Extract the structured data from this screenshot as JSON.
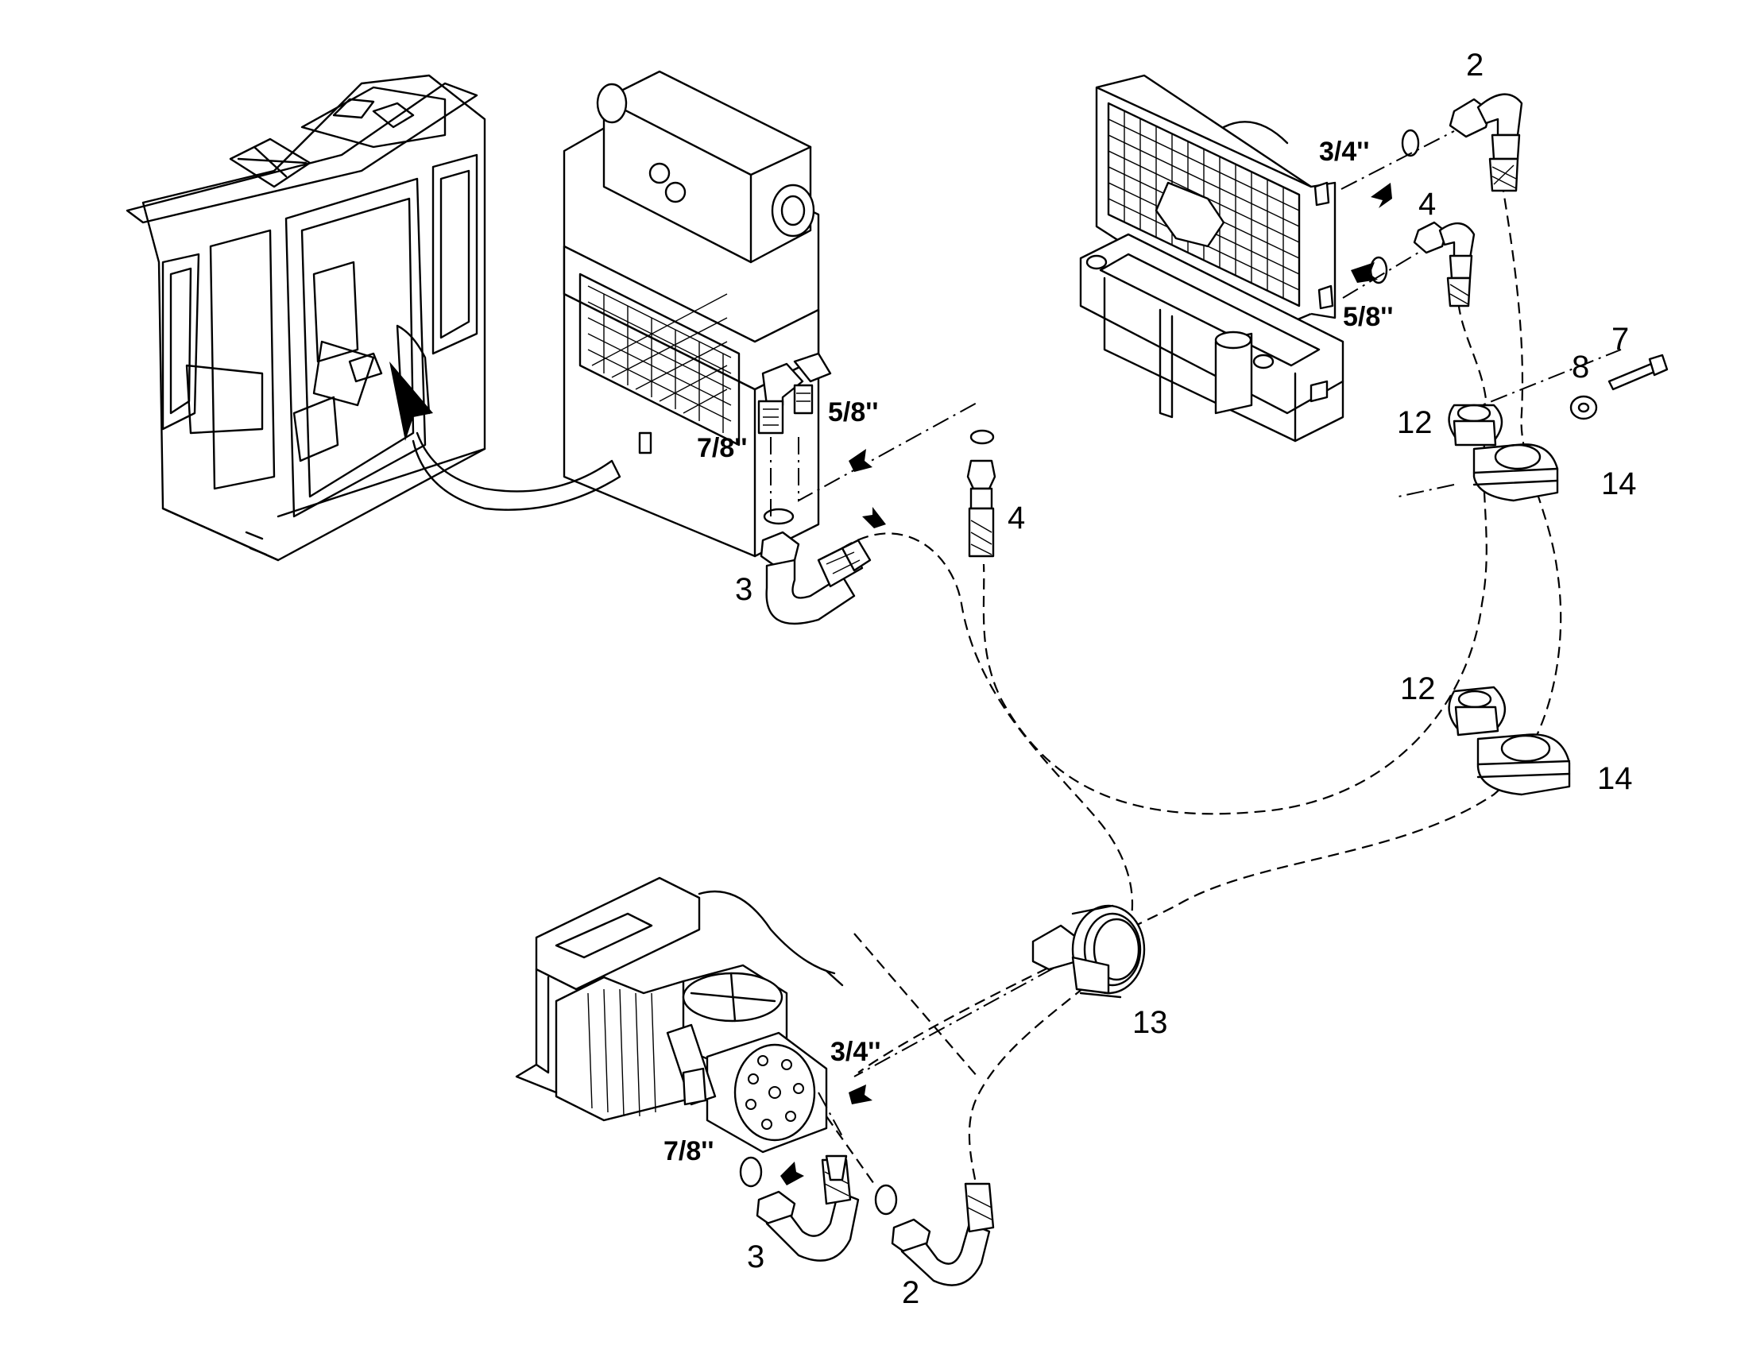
{
  "labels": {
    "fitting_2_top": "2",
    "fitting_4_top": "4",
    "size_34_top": "3/4''",
    "size_58_top": "5/8''",
    "part_7": "7",
    "part_8": "8",
    "clamp_12_upper": "12",
    "clamp_14_upper": "14",
    "size_58_mid": "5/8''",
    "size_78_mid": "7/8''",
    "fitting_4_mid": "4",
    "fitting_3_mid": "3",
    "clamp_12_lower": "12",
    "clamp_14_lower": "14",
    "grommet_13": "13",
    "size_34_bottom": "3/4''",
    "size_78_bottom": "7/8''",
    "fitting_3_bottom": "3",
    "fitting_2_bottom": "2"
  }
}
